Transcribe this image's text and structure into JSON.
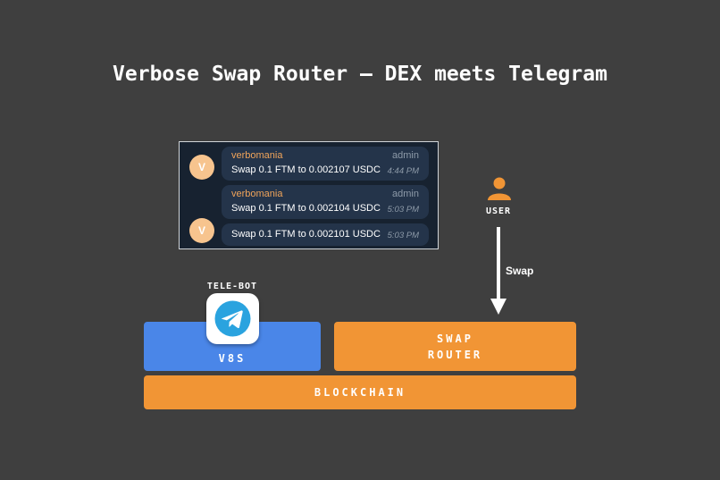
{
  "title": "Verbose Swap Router — DEX meets Telegram",
  "chat": {
    "messages": [
      {
        "avatar": "V",
        "sender": "verbomania",
        "role": "admin",
        "text": "Swap 0.1 FTM to 0.002107 USDC",
        "time": "4:44 PM"
      },
      {
        "sender": "verbomania",
        "role": "admin",
        "text": "Swap 0.1 FTM to 0.002104 USDC",
        "time": "5:03 PM"
      },
      {
        "avatar": "V",
        "text": "Swap 0.1 FTM to 0.002101 USDC",
        "time": "5:03 PM"
      }
    ]
  },
  "user": {
    "label": "USER",
    "icon": "user-icon"
  },
  "arrow": {
    "label": "Swap"
  },
  "telebot": {
    "label": "TELE-BOT",
    "icon": "telegram-icon"
  },
  "blocks": {
    "v8s": "V8S",
    "router_line1": "SWAP",
    "router_line2": "ROUTER",
    "blockchain": "BLOCKCHAIN"
  },
  "colors": {
    "background": "#3f3f3f",
    "blue": "#4a86e8",
    "orange": "#f19535",
    "chat_bg": "#172230",
    "bubble": "#24344a",
    "sender": "#f0a45a"
  }
}
